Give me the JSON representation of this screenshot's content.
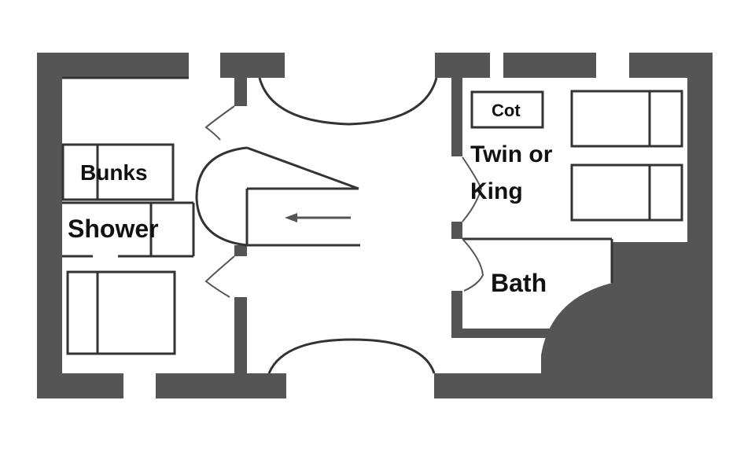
{
  "rooms": {
    "cot": "Cot",
    "twin_line1": "Twin or",
    "twin_line2": "King",
    "bunks": "Bunks",
    "shower": "Shower",
    "bath": "Bath"
  },
  "colors": {
    "wall": "#555555",
    "line": "#333333",
    "background": "#ffffff"
  }
}
